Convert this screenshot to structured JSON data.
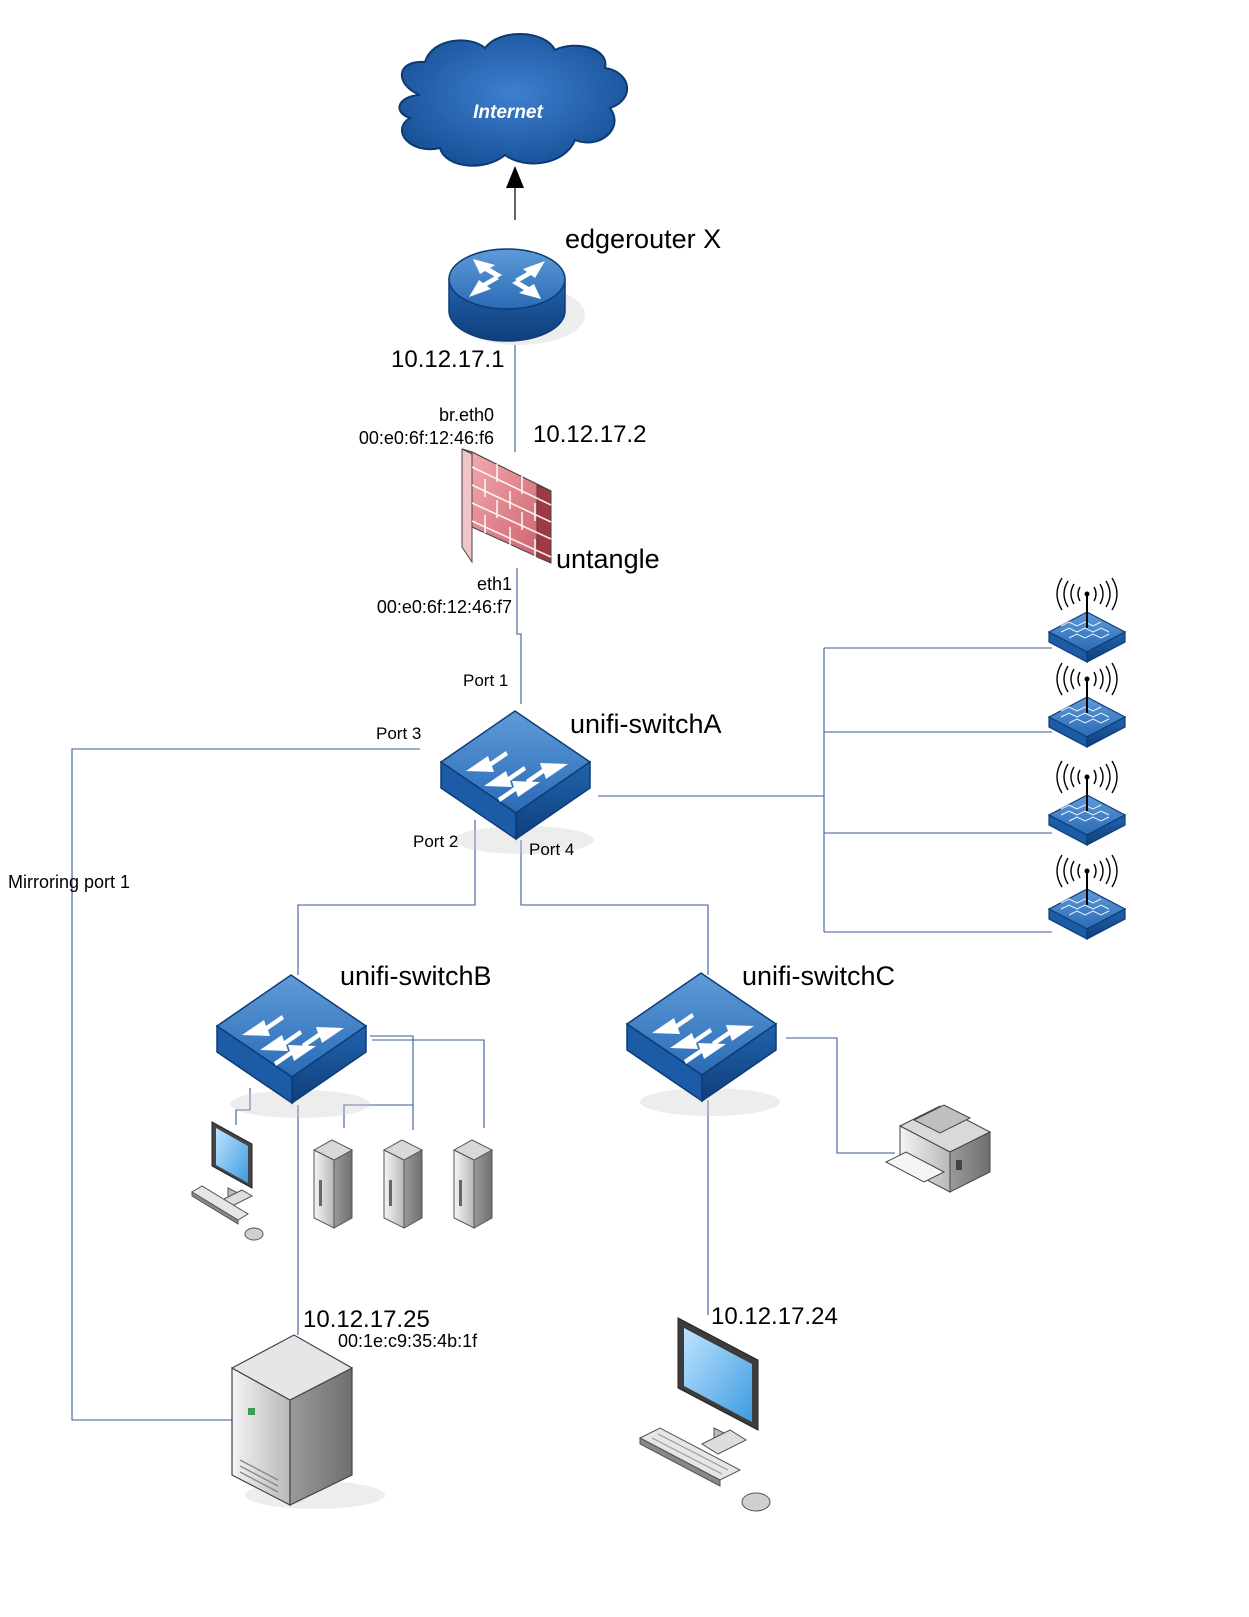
{
  "cloud": {
    "label": "Internet"
  },
  "router": {
    "name": "edgerouter X",
    "ip": "10.12.17.1"
  },
  "firewall": {
    "name": "untangle",
    "upstream_iface": "br.eth0",
    "upstream_mac": "00:e0:6f:12:46:f6",
    "upstream_ip": "10.12.17.2",
    "downstream_iface": "eth1",
    "downstream_mac": "00:e0:6f:12:46:f7"
  },
  "switch_a": {
    "name": "unifi-switchA",
    "port1": "Port 1",
    "port2": "Port 2",
    "port3": "Port 3",
    "port4": "Port 4",
    "mirror_label": "Mirroring port 1"
  },
  "switch_b": {
    "name": "unifi-switchB"
  },
  "switch_c": {
    "name": "unifi-switchC"
  },
  "server": {
    "ip": "10.12.17.25",
    "mac": "00:1e:c9:35:4b:1f"
  },
  "workstation_c": {
    "ip": "10.12.17.24"
  },
  "colors": {
    "cloud": "#1f5fa8",
    "device_blue": "#1d5ea8",
    "link": "#3b5a9a",
    "firewall": "#d9717a"
  }
}
